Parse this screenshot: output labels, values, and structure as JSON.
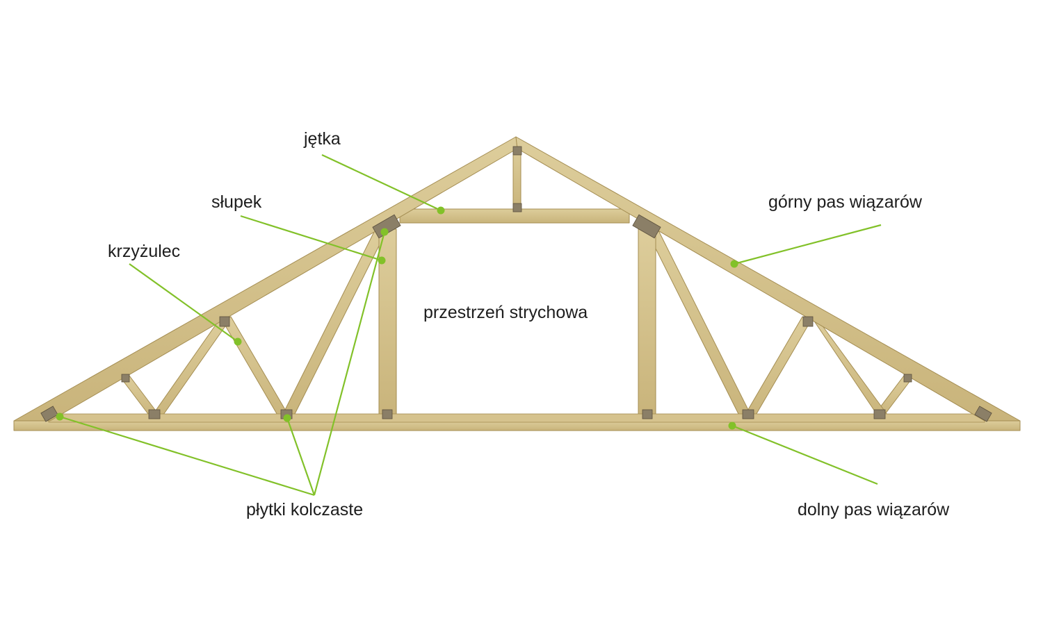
{
  "colors": {
    "background": "#ffffff",
    "wood": "#d3c08a",
    "wood_edge": "#a48d52",
    "plate": "#8b7f67",
    "annotation": "#82c129",
    "text": "#1d1d1d"
  },
  "labels": {
    "collar_tie": "jętka",
    "post": "słupek",
    "strut": "krzyżulec",
    "attic_space": "przestrzeń strychowa",
    "top_chord": "górny pas wiązarów",
    "bottom_chord": "dolny pas wiązarów",
    "nail_plates": "płytki kolczaste"
  }
}
